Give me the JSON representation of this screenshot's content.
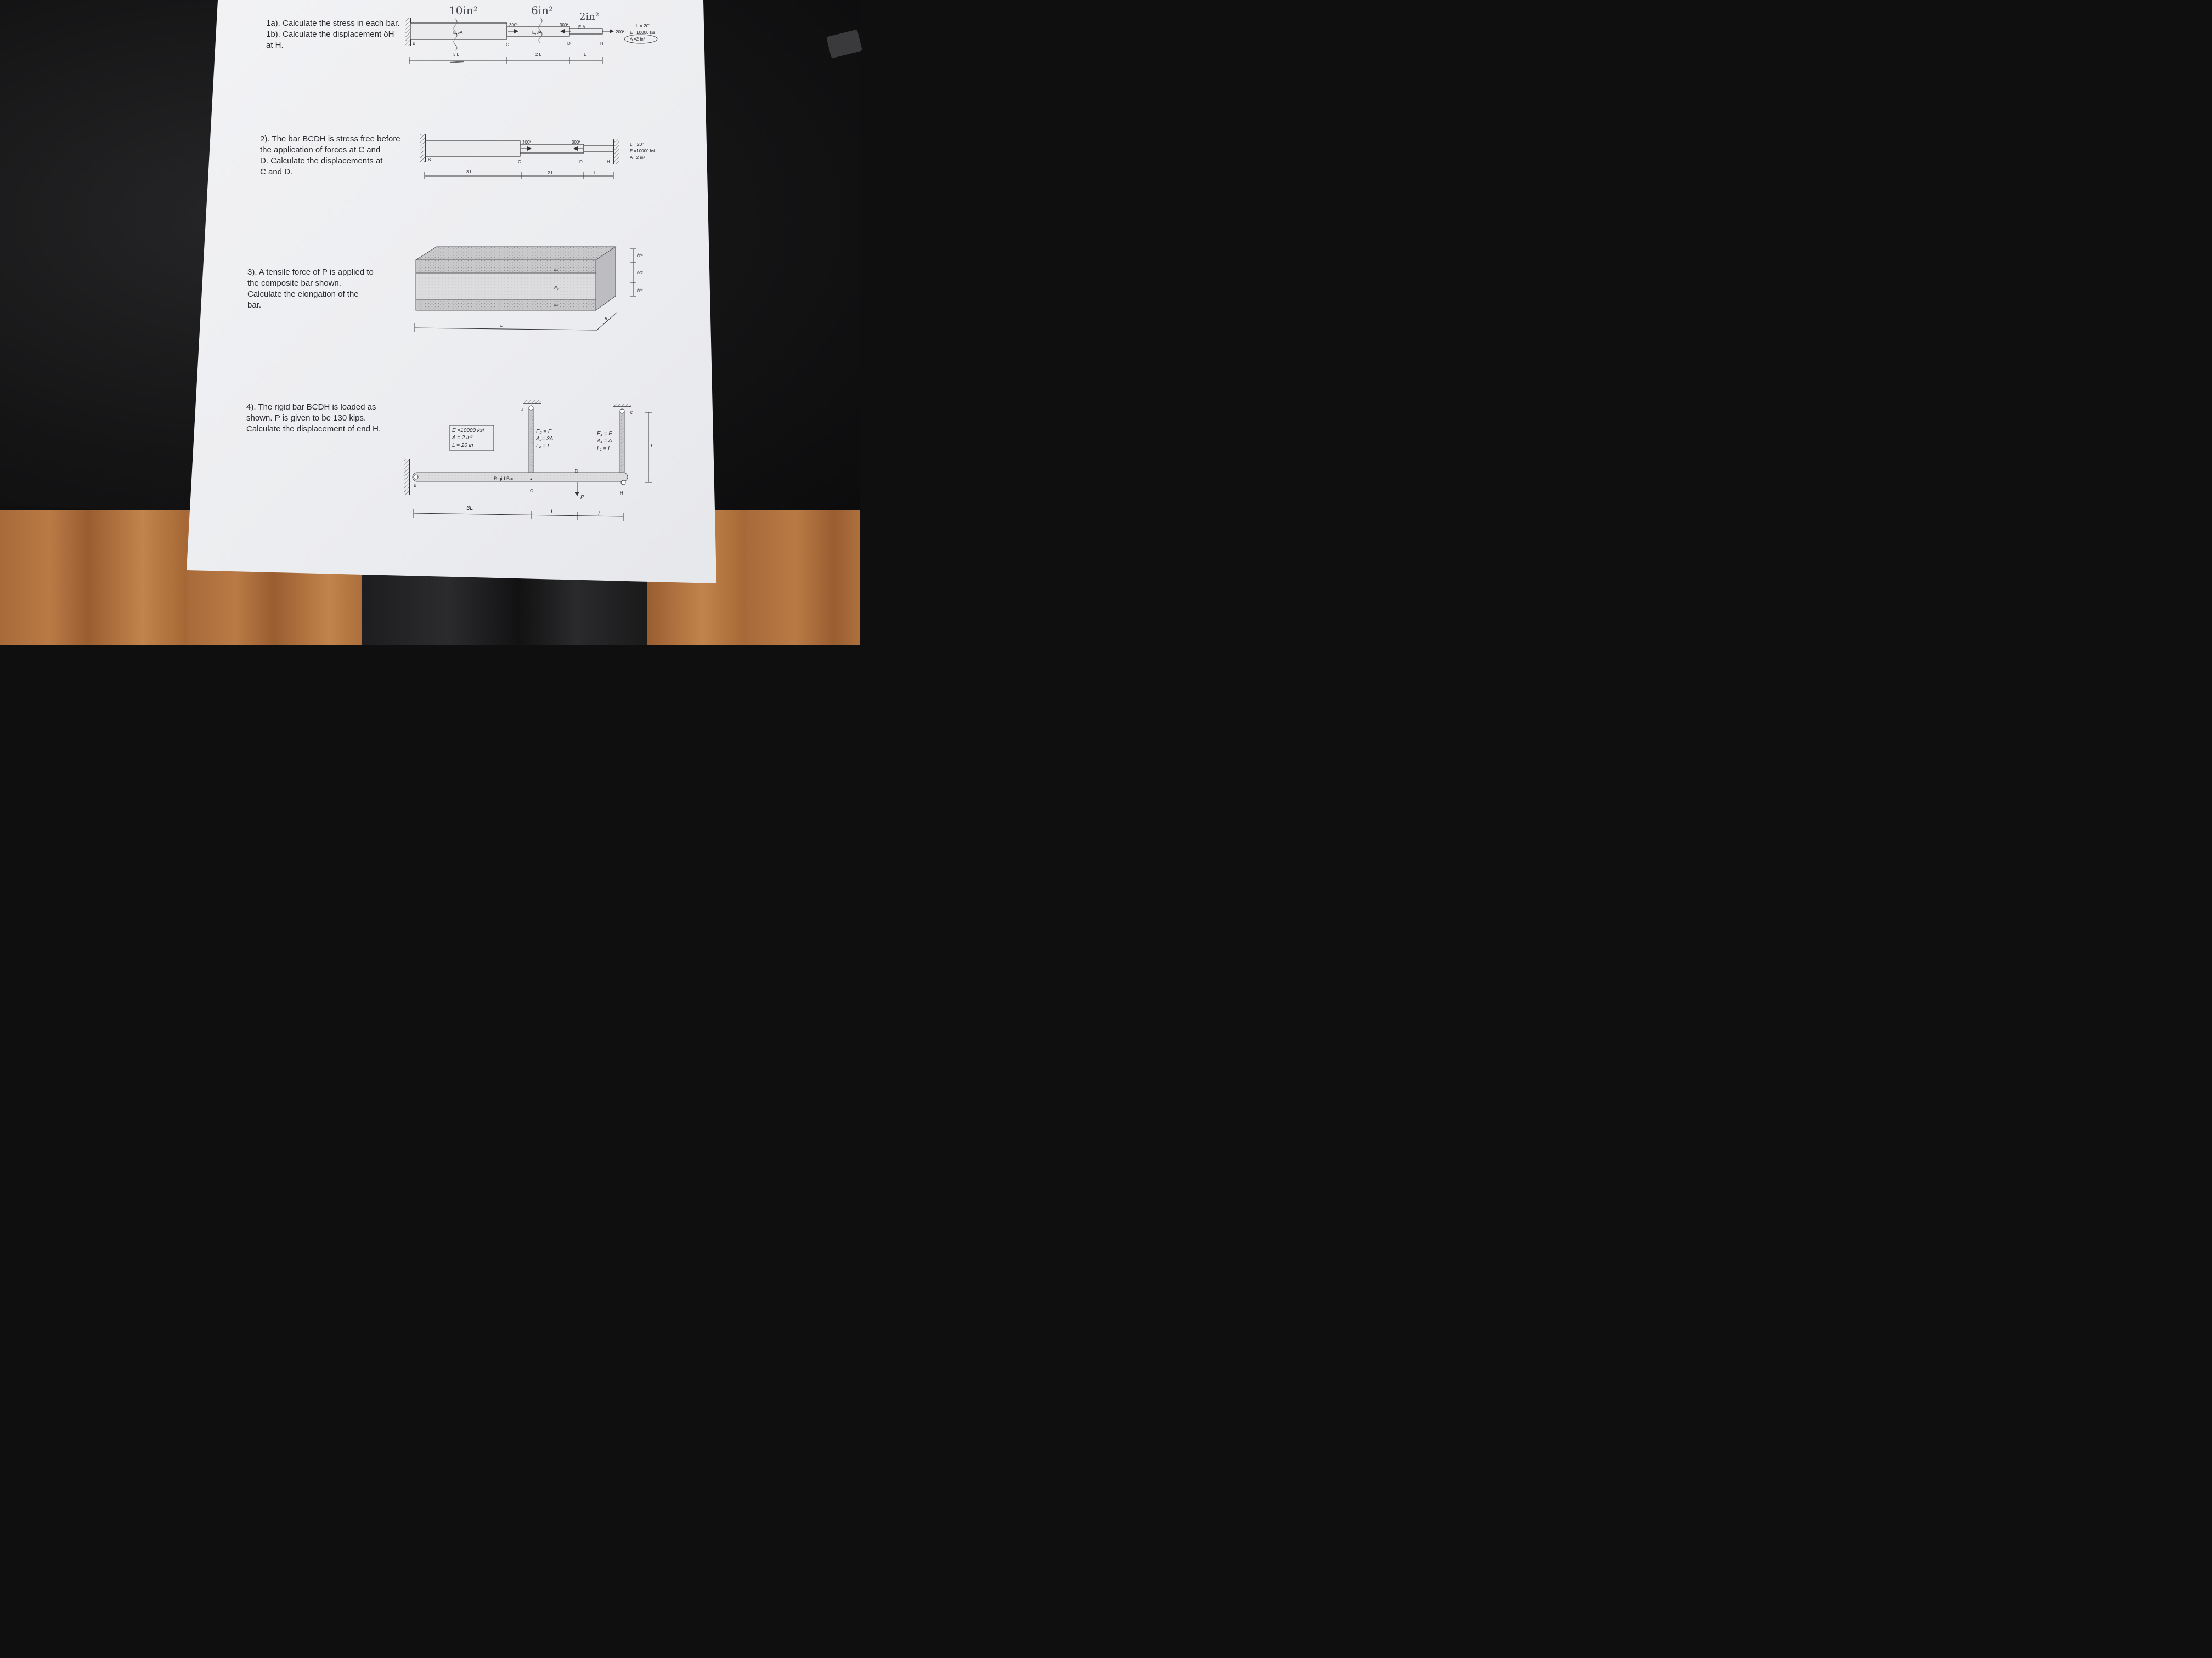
{
  "questions": {
    "q1": "1a). Calculate the stress in each bar.\n1b). Calculate the displacement δH\n        at H.",
    "q2": "2). The bar BCDH is stress free before\n      the application of forces at C and\n      D. Calculate the displacements at\n      C and D.",
    "q3": "3). A tensile force of P is applied to\n      the composite bar shown.\n      Calculate the elongation of the\n      bar.",
    "q4": "4). The rigid bar BCDH is loaded as\n      shown. P is given to be 130 kips.\n      Calculate the displacement of end H."
  },
  "fig1": {
    "handwritten": [
      "10in²",
      "6in²",
      "2in²"
    ],
    "bar_labels": [
      "E,5A",
      "E,3A",
      "E,A"
    ],
    "points": [
      "B",
      "C",
      "D",
      "H"
    ],
    "forces": [
      "300ᵏ",
      "300ᵏ",
      "200ᵏ"
    ],
    "dims": [
      "3 L",
      "2 L",
      "L"
    ],
    "props": [
      "L = 20\"",
      "E =10000 ksi",
      "A =2 in²"
    ]
  },
  "fig2": {
    "points": [
      "B",
      "C",
      "D",
      "H"
    ],
    "forces": [
      "300ᵏ",
      "300ᵏ"
    ],
    "dims": [
      "3 L",
      "2 L",
      "L"
    ],
    "props": [
      "L = 20\"",
      "E =10000 ksi",
      "A =2 in²"
    ]
  },
  "fig3": {
    "layers": [
      "E₁",
      "E₂",
      "E₁"
    ],
    "heights": [
      "h/4",
      "h/2",
      "h/4"
    ],
    "length": "L",
    "width": "b"
  },
  "fig4": {
    "box": [
      "E =10000 ksi",
      "A = 2 in²",
      "L = 20 in"
    ],
    "rod2": [
      "E₂ = E",
      "A₂= 3A",
      "L₂ = L"
    ],
    "rod1": [
      "E₁ = E",
      "A₁ = A",
      "L₁ = L"
    ],
    "points": [
      "J",
      "K",
      "B",
      "C",
      "D",
      "H"
    ],
    "bar_label": "Rigid Bar",
    "load": "P",
    "dims": [
      "3L",
      "L",
      "L"
    ],
    "height": "L"
  }
}
